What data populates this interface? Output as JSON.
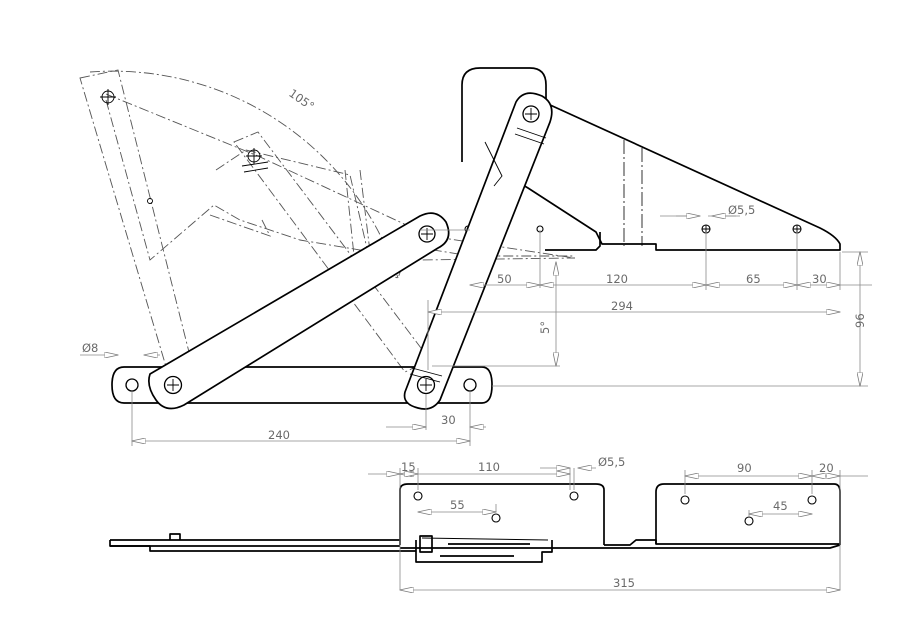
{
  "drawing": {
    "angle_label": "105°",
    "dimensions": {
      "hole_dia_small": "Ø5,5",
      "hole_dia_pivot": "Ø8",
      "d50": "50",
      "d120": "120",
      "d65": "65",
      "d30_right": "30",
      "d294": "294",
      "d96": "96",
      "angle_5": "5°",
      "d240": "240",
      "d30_bottom": "30",
      "d15": "15",
      "d110": "110",
      "hole_dia_small_plan": "Ø5,5",
      "d55": "55",
      "d90": "90",
      "d20": "20",
      "d45": "45",
      "d315": "315"
    }
  }
}
